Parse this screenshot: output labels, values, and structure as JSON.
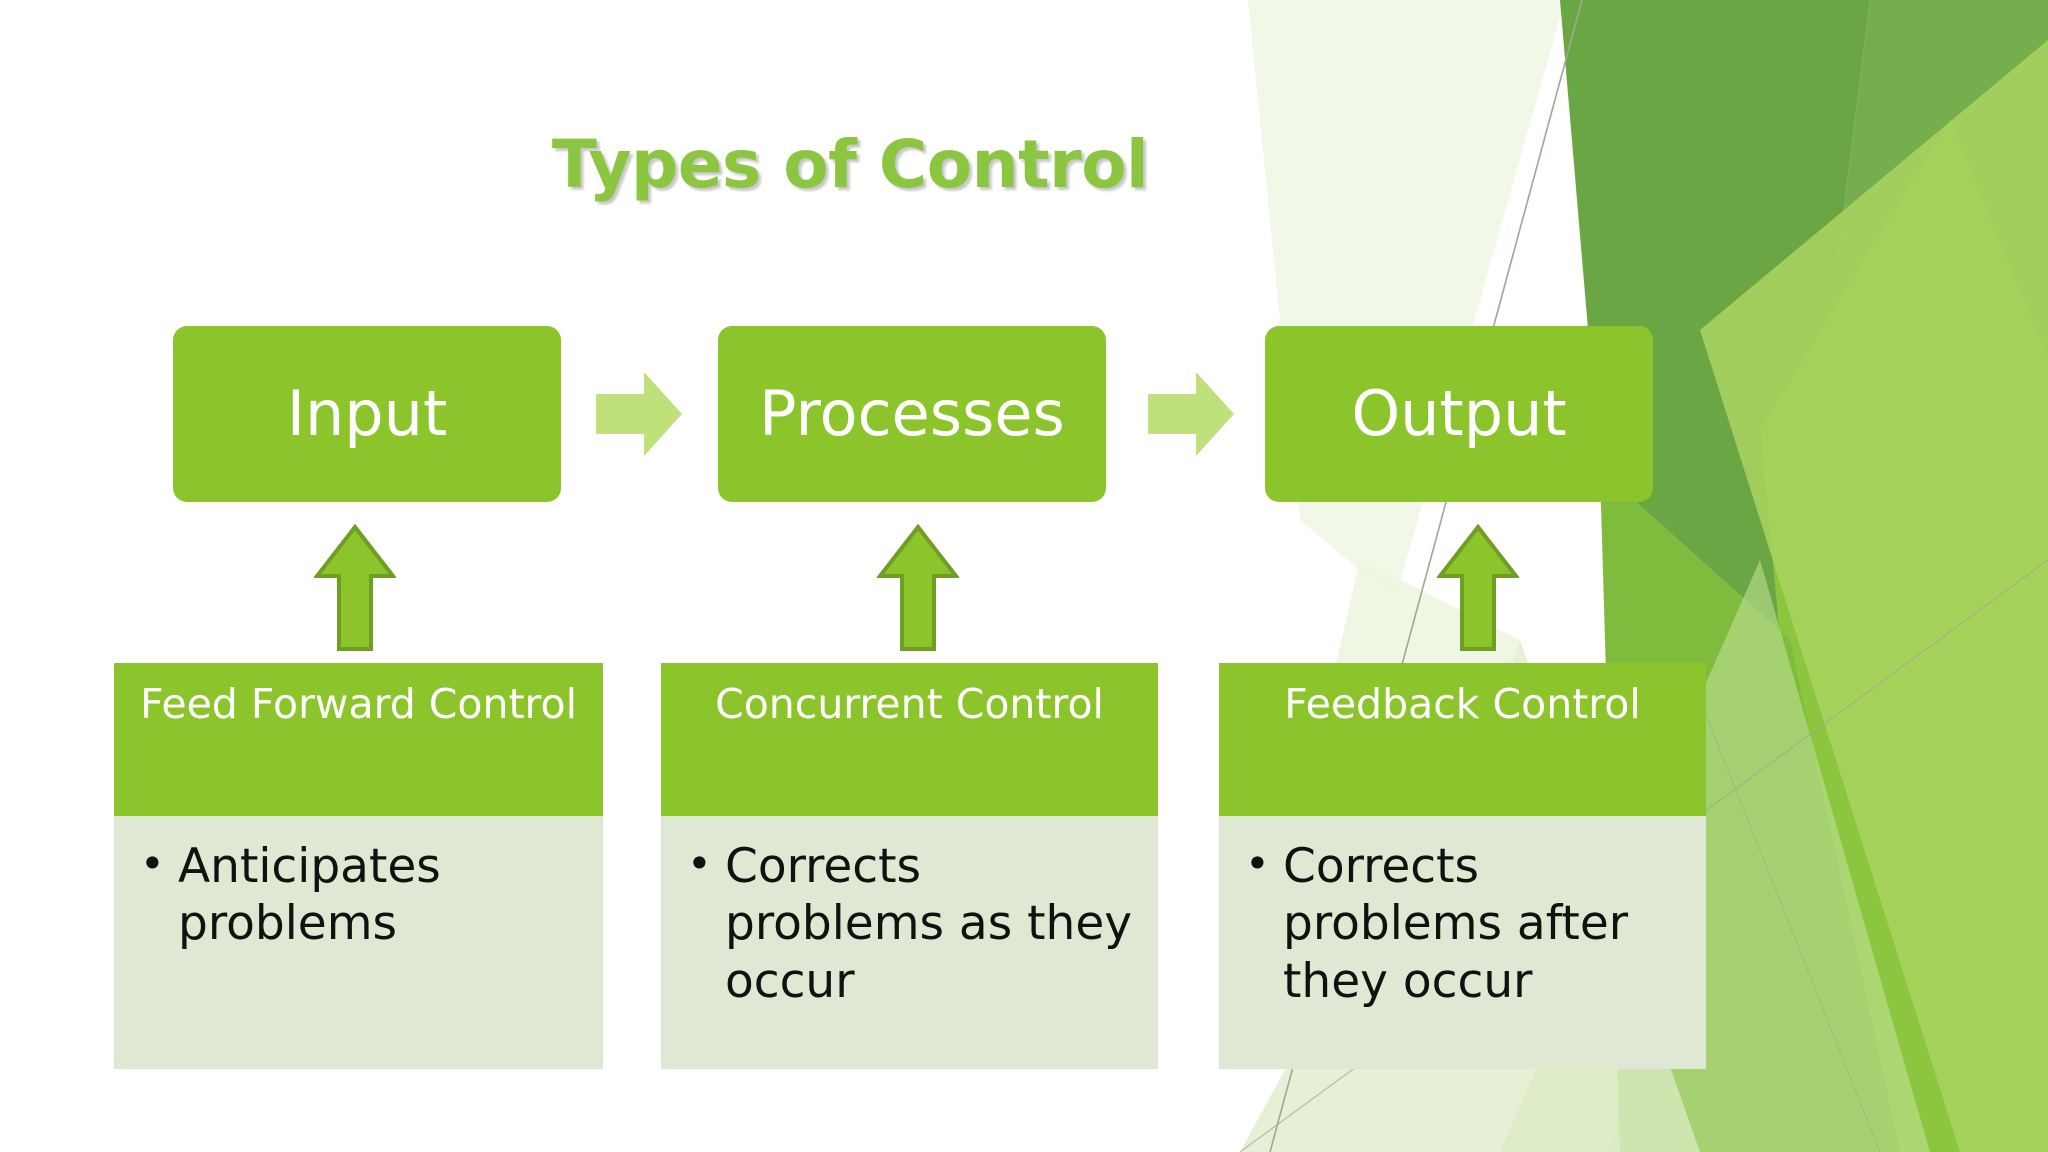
{
  "slide": {
    "title": "Types of Control",
    "title_color": "#8CC540",
    "background_color": "#FFFFFF"
  },
  "theme": {
    "primary_green": "#8CC52B",
    "light_green_arrow": "#BFE07A",
    "arrow_outline": "#6F9E22",
    "pale_panel": "#DEE8D2",
    "decor_dark_green": "#6BA644",
    "decor_mid_green": "#8CC63F",
    "decor_light_green": "#A9D45F",
    "decor_pale_green": "#E7F2D6"
  },
  "flow": {
    "boxes": [
      {
        "label": "Input"
      },
      {
        "label": "Processes"
      },
      {
        "label": "Output"
      }
    ],
    "connectors": [
      {
        "icon": "right-arrow-icon"
      },
      {
        "icon": "right-arrow-icon"
      }
    ]
  },
  "up_arrows": [
    {
      "icon": "up-arrow-icon"
    },
    {
      "icon": "up-arrow-icon"
    },
    {
      "icon": "up-arrow-icon"
    }
  ],
  "cards": [
    {
      "header": "Feed Forward Control",
      "bullets": [
        "Anticipates problems"
      ]
    },
    {
      "header": "Concurrent Control",
      "bullets": [
        "Corrects problems as they occur"
      ]
    },
    {
      "header": "Feedback Control",
      "bullets": [
        "Corrects problems after they occur"
      ]
    }
  ]
}
